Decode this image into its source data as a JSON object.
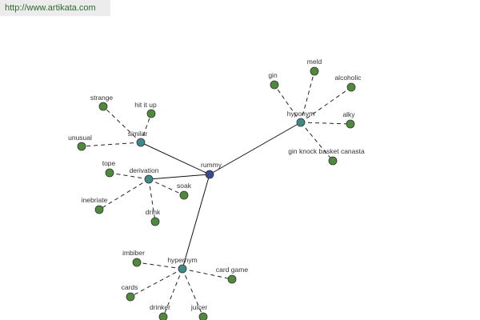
{
  "source_link": "http://www.artikata.com",
  "colors": {
    "root": "#3a4a8c",
    "category": "#3f8a88",
    "leaf": "#4f8a3c"
  },
  "root": {
    "id": "rummy",
    "label": "rummy"
  },
  "categories": [
    {
      "id": "similar",
      "label": "similar",
      "leaves": [
        {
          "id": "strange",
          "label": "strange"
        },
        {
          "id": "hit-it-up",
          "label": "hit it up"
        },
        {
          "id": "unusual",
          "label": "unusual"
        }
      ]
    },
    {
      "id": "derivation",
      "label": "derivation",
      "leaves": [
        {
          "id": "tope",
          "label": "tope"
        },
        {
          "id": "soak",
          "label": "soak"
        },
        {
          "id": "inebriate",
          "label": "inebriate"
        },
        {
          "id": "drink",
          "label": "drink"
        }
      ]
    },
    {
      "id": "hyponym",
      "label": "hyponym",
      "leaves": [
        {
          "id": "gin",
          "label": "gin"
        },
        {
          "id": "meld",
          "label": "meld"
        },
        {
          "id": "alcoholic",
          "label": "alcoholic"
        },
        {
          "id": "alky",
          "label": "alky"
        },
        {
          "id": "gin-knock-basket-canasta",
          "label": "gin knock basket canasta"
        }
      ]
    },
    {
      "id": "hypernym",
      "label": "hypernym",
      "leaves": [
        {
          "id": "imbiber",
          "label": "imbiber"
        },
        {
          "id": "card-game",
          "label": "card game"
        },
        {
          "id": "cards",
          "label": "cards"
        },
        {
          "id": "drinker",
          "label": "drinker"
        },
        {
          "id": "juicer",
          "label": "juicer"
        }
      ]
    }
  ]
}
